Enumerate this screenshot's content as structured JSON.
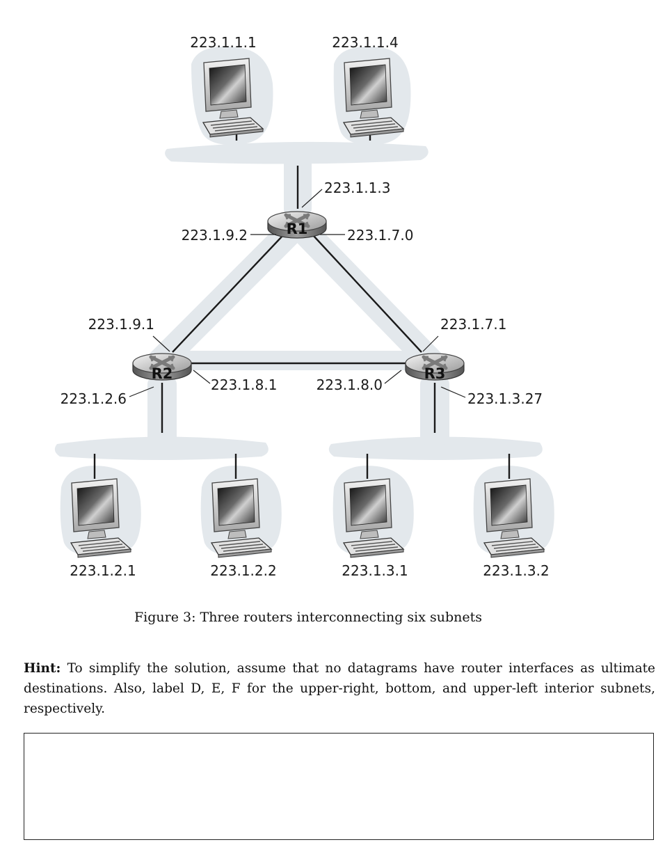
{
  "figure": {
    "routers": {
      "r1": "R1",
      "r2": "R2",
      "r3": "R3"
    },
    "hosts": {
      "top_left": "223.1.1.1",
      "top_right": "223.1.1.4",
      "bottom_1": "223.1.2.1",
      "bottom_2": "223.1.2.2",
      "bottom_3": "223.1.3.1",
      "bottom_4": "223.1.3.2"
    },
    "interfaces": {
      "r1_top": "223.1.1.3",
      "r1_left": "223.1.9.2",
      "r1_right": "223.1.7.0",
      "r2_top": "223.1.9.1",
      "r2_right": "223.1.8.1",
      "r2_bottom": "223.1.2.6",
      "r3_top": "223.1.7.1",
      "r3_left": "223.1.8.0",
      "r3_bottom": "223.1.3.27"
    },
    "caption": "Figure 3: Three routers interconnecting six subnets"
  },
  "hint": {
    "label": "Hint:",
    "text": "To simplify the solution, assume that no datagrams have router interfaces as ultimate destinations. Also, label D, E, F for the upper-right, bottom, and upper-left interior subnets, respectively."
  }
}
